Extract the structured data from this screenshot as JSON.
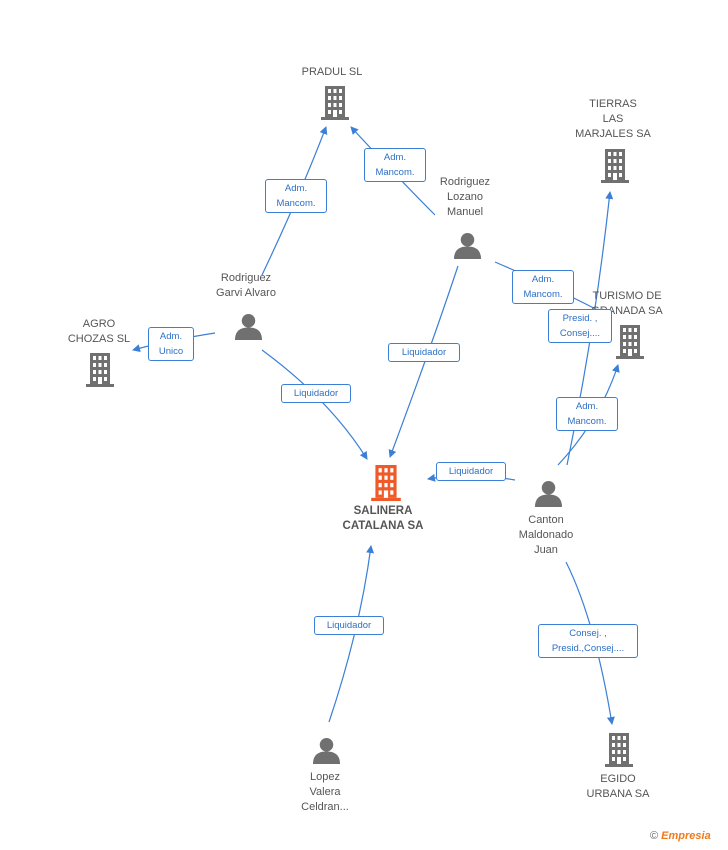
{
  "colors": {
    "company": "#707070",
    "main_company": "#f05a28",
    "person": "#707070",
    "edge": "#3b7fd6"
  },
  "nodes": {
    "salinera": {
      "label": "SALINERA\nCATALANA SA",
      "icon": "building-icon"
    },
    "pradul": {
      "label": "PRADUL SL",
      "icon": "building-icon"
    },
    "tierras": {
      "label": "TIERRAS\nLAS\nMARJALES SA",
      "icon": "building-icon"
    },
    "turismo": {
      "label": "TURISMO DE\nGRANADA SA",
      "icon": "building-icon"
    },
    "agro": {
      "label": "AGRO\nCHOZAS SL",
      "icon": "building-icon"
    },
    "egido": {
      "label": "EGIDO\nURBANA SA",
      "icon": "building-icon"
    },
    "rodriguez_lozano": {
      "label": "Rodriguez\nLozano\nManuel",
      "icon": "person-icon"
    },
    "rodriguez_garvi": {
      "label": "Rodriguez\nGarvi Alvaro",
      "icon": "person-icon"
    },
    "canton": {
      "label": "Canton\nMaldonado\nJuan",
      "icon": "person-icon"
    },
    "lopez": {
      "label": "Lopez\nValera\nCeldran...",
      "icon": "person-icon"
    }
  },
  "edges": {
    "garvi_pradul": "Adm.\nMancom.",
    "lozano_pradul": "Adm.\nMancom.",
    "lozano_salinera": "Liquidador",
    "lozano_turismo": "Adm.\nMancom.",
    "canton_tierras": "Presid. ,\nConsej....",
    "canton_turismo": "Adm.\nMancom.",
    "canton_salinera": "Liquidador",
    "garvi_agro": "Adm.\nUnico",
    "garvi_salinera": "Liquidador",
    "lopez_salinera": "Liquidador",
    "canton_egido": "Consej. ,\nPresid.,Consej...."
  },
  "footer": {
    "copyright": "©",
    "brand": "Empresia"
  }
}
